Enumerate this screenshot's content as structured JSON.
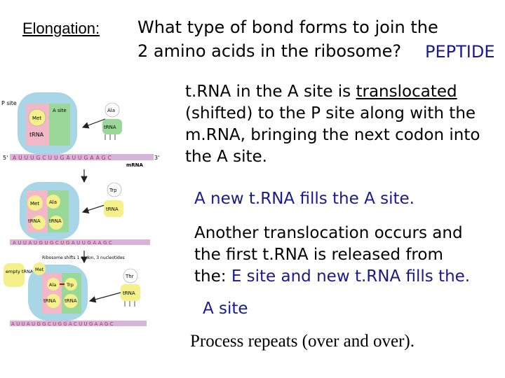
{
  "slide": {
    "heading": "Elongation:",
    "question_line1": "What type of bond forms to join the",
    "question_line2": "2 amino acids in the ribosome?",
    "answer_peptide": "PEPTIDE",
    "translocation_line1_prefix": "t.RNA in the A site is ",
    "translocation_line1_underlined": "translocated",
    "translocation_line2": "(shifted) to the P site along with the",
    "translocation_line3": "m.RNA, bringing the next codon into",
    "translocation_line4": "the A site.",
    "new_trna": "A new t.RNA fills the A site.",
    "another_line1": "Another translocation occurs and",
    "another_line2": "the first t.RNA is released from",
    "another_line3_prefix": "the:",
    "another_line3_answer": "E site and new t.RNA fills the.",
    "another_line4_answer": "A site",
    "process_repeats": "Process repeats (over and over)."
  },
  "diagram": {
    "panel1": {
      "p_site": "P site",
      "a_site": "A site",
      "met": "Met",
      "trna": "tRNA",
      "ala": "Ala",
      "ala_trna": "tRNA",
      "prime5": "5'",
      "prime3": "3'",
      "mrna_seq": "AUUUGCUUGAUUGAAGC",
      "mrna_label": "mRNA"
    },
    "panel2": {
      "met": "Met",
      "ala": "Ala",
      "trna1": "tRNA",
      "trna2": "tRNA",
      "trp": "Trp",
      "trp_trna": "tRNA",
      "mrna_seq": "AUUAUGUGCUGAUUGAAGC",
      "note": "Ribosome shifts 1 codon, 3 nucleotides"
    },
    "panel3": {
      "empty_trna": "empty tRNA",
      "met": "Met",
      "ala": "Ala",
      "trp": "Trp",
      "trna1": "tRNA",
      "trna2": "tRNA",
      "thr": "Thr",
      "thr_trna": "tRNA",
      "mrna_seq": "AUUAUGGCUGGACUUGAAGC"
    },
    "colors": {
      "ribosome": "#a9d6e6",
      "p_site": "#f2b8c8",
      "a_site": "#9ad89a",
      "amino_acid": "#f4f18a",
      "arrow": "#222222",
      "mrna": "#d8b4d8"
    }
  }
}
